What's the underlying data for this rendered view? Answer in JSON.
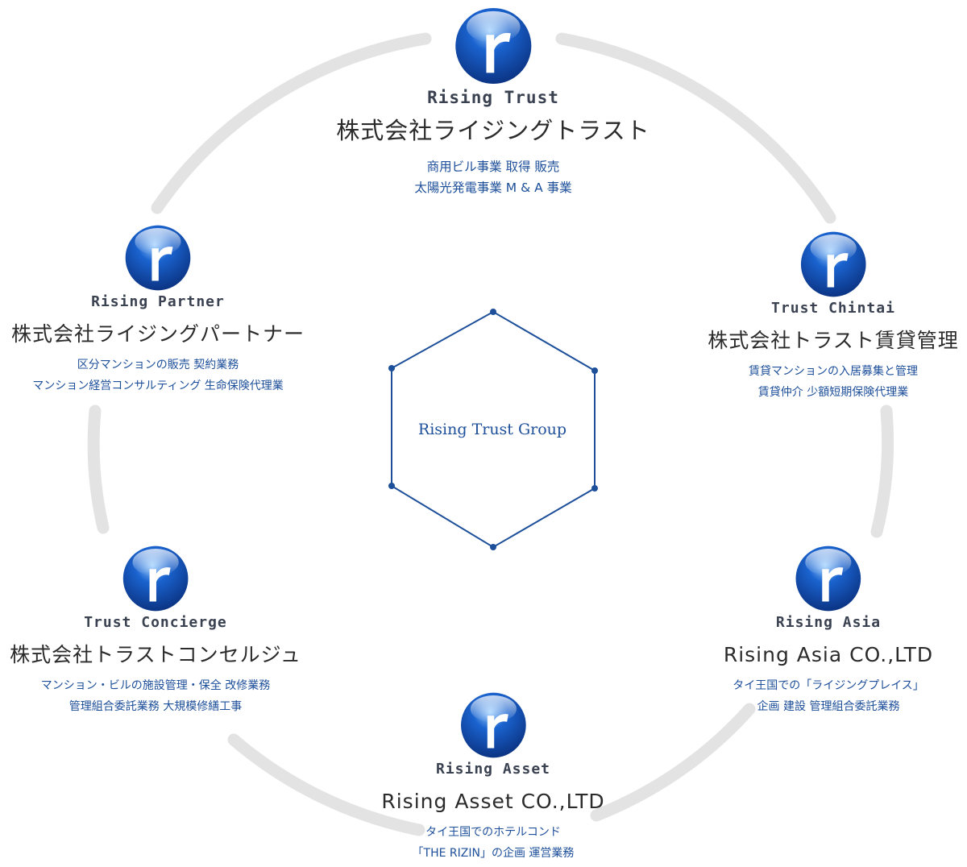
{
  "center": {
    "label": "Rising Trust Group"
  },
  "companies": [
    {
      "brand": "Rising Trust",
      "name": "株式会社ライジングトラスト",
      "desc": [
        "商用ビル事業 取得 販売",
        "太陽光発電事業 M & A 事業"
      ]
    },
    {
      "brand": "Trust Chintai",
      "name": "株式会社トラスト賃貸管理",
      "desc": [
        "賃貸マンションの入居募集と管理",
        "賃貸仲介 少額短期保険代理業"
      ]
    },
    {
      "brand": "Rising Asia",
      "name": "Rising Asia CO.,LTD",
      "desc": [
        "タイ王国での「ライジングプレイス」",
        "企画 建設 管理組合委託業務"
      ]
    },
    {
      "brand": "Rising Asset",
      "name": "Rising Asset CO.,LTD",
      "desc": [
        "タイ王国でのホテルコンド",
        "「THE RIZIN」の企画 運営業務"
      ]
    },
    {
      "brand": "Trust Concierge",
      "name": "株式会社トラストコンセルジュ",
      "desc": [
        "マンション・ビルの施設管理・保全 改修業務",
        "管理組合委託業務 大規模修繕工事"
      ]
    },
    {
      "brand": "Rising Partner",
      "name": "株式会社ライジングパートナー",
      "desc": [
        "区分マンションの販売 契約業務",
        "マンション経営コンサルティング 生命保険代理業"
      ]
    }
  ],
  "colors": {
    "ring": "#e3e3e3",
    "hexagon": "#1d4f9a",
    "logo_blue": "#1a63cf",
    "logo_dark": "#0a2f7c"
  },
  "logo_icon": "r-letter-icon"
}
